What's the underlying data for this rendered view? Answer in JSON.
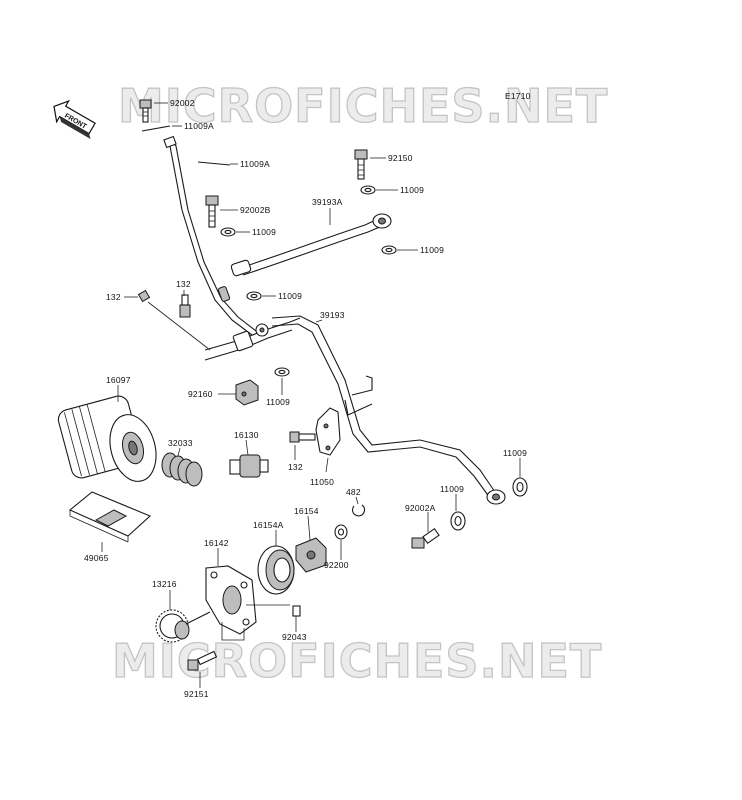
{
  "diagram": {
    "code": "E1710",
    "front_label": "FRONT",
    "watermark": "MICROFICHES.NET"
  },
  "parts": {
    "p92002": "92002",
    "p11009A_1": "11009A",
    "p11009A_2": "11009A",
    "p92150": "92150",
    "p11009_a": "11009",
    "p92002B": "92002B",
    "p39193A": "39193A",
    "p11009_b": "11009",
    "p11009_c": "11009",
    "p132_a": "132",
    "p132_b": "132",
    "p11009_d": "11009",
    "p39193": "39193",
    "p92160": "92160",
    "p11009_e": "11009",
    "p16097": "16097",
    "p32033": "32033",
    "p16130": "16130",
    "p132_c": "132",
    "p11050": "11050",
    "p11009_f": "11009",
    "p482": "482",
    "p11009_g": "11009",
    "p16154": "16154",
    "p16154A": "16154A",
    "p92002A": "92002A",
    "p49065": "49065",
    "p16142": "16142",
    "p92200": "92200",
    "p13216": "13216",
    "p92043": "92043",
    "p92151": "92151"
  }
}
